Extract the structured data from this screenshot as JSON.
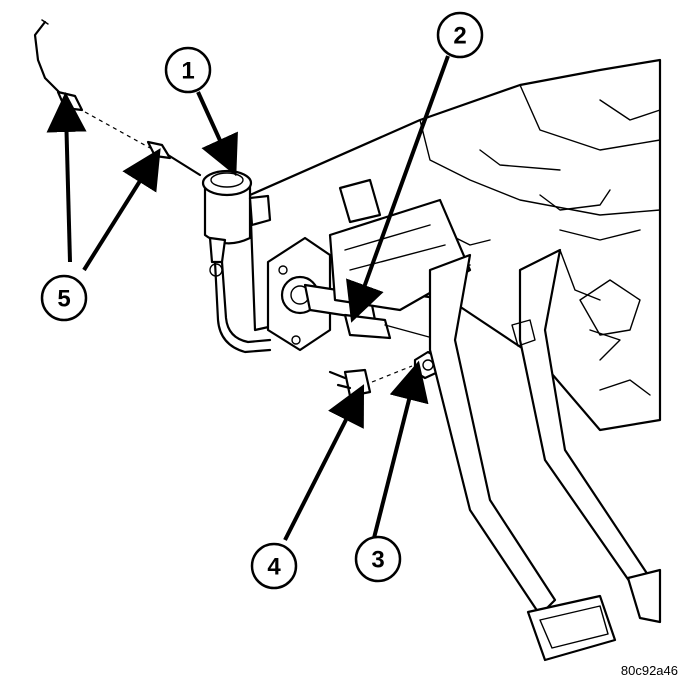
{
  "figure_code": "80c92a46",
  "callouts": [
    {
      "number": "1"
    },
    {
      "number": "2"
    },
    {
      "number": "3"
    },
    {
      "number": "4"
    },
    {
      "number": "5"
    }
  ]
}
